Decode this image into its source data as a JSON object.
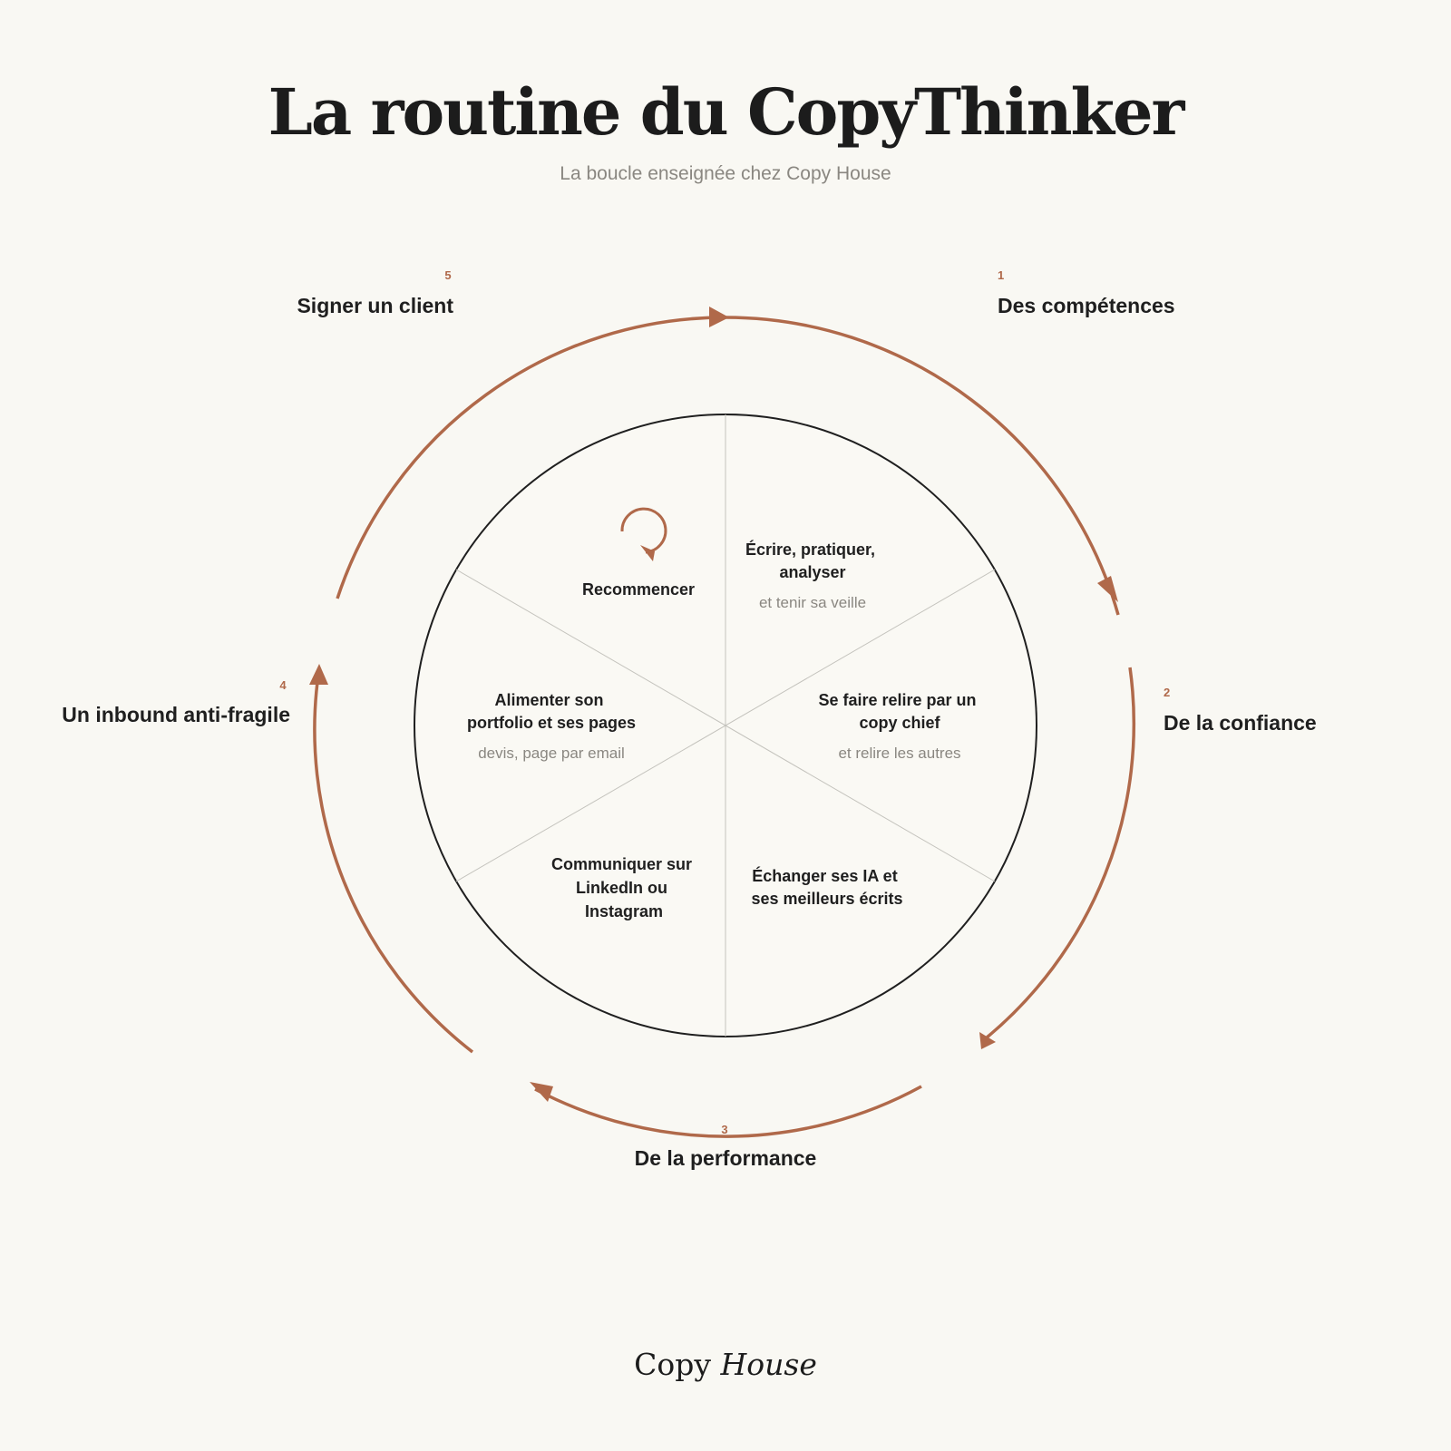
{
  "header": {
    "title": "La routine du CopyThinker",
    "subtitle": "La boucle enseignée chez Copy House"
  },
  "colors": {
    "accent": "#b0694a",
    "background": "#f9f8f3",
    "ink": "#1f1f1f",
    "muted": "#8a8781"
  },
  "cycle_steps": [
    {
      "number": "1",
      "label": "Des compétences"
    },
    {
      "number": "2",
      "label": "De la confiance"
    },
    {
      "number": "3",
      "label": "De la performance"
    },
    {
      "number": "4",
      "label": "Un inbound anti-fragile"
    },
    {
      "number": "5",
      "label": "Signer un client"
    }
  ],
  "segments": [
    {
      "title": [
        "Écrire, pratiquer,",
        "analyser"
      ],
      "subtitle": "et tenir sa veille"
    },
    {
      "title": [
        "Se faire relire par un",
        "copy chief"
      ],
      "subtitle": "et relire les autres"
    },
    {
      "title": [
        "Échanger ses IA et",
        "ses meilleurs écrits"
      ],
      "subtitle": ""
    },
    {
      "title": [
        "Communiquer sur",
        "LinkedIn ou",
        "Instagram"
      ],
      "subtitle": ""
    },
    {
      "title": [
        "Alimenter son",
        "portfolio et ses pages"
      ],
      "subtitle": "devis, page par email"
    },
    {
      "title": [
        "Recommencer"
      ],
      "subtitle": "",
      "icon": "loop-arrow-icon"
    }
  ],
  "footer": {
    "brand_part1": "Copy",
    "brand_part2": "House"
  }
}
